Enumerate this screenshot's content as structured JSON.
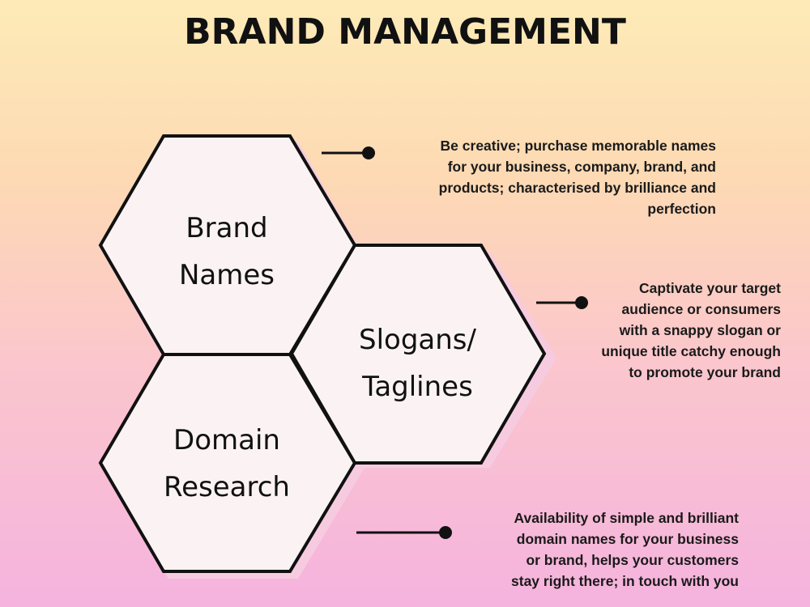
{
  "title": "BRAND MANAGEMENT",
  "colors": {
    "hex_fill": "#fbf3f3",
    "hex_stroke": "#111111",
    "hex_shadow": "#f6cbe0",
    "connector": "#111111"
  },
  "hexagons": [
    {
      "line1": "Brand",
      "line2": "Names"
    },
    {
      "line1": "Slogans/",
      "line2": "Taglines"
    },
    {
      "line1": "Domain",
      "line2": "Research"
    }
  ],
  "descriptions": [
    {
      "lines": [
        "Be creative; purchase memorable names",
        "for your business, company, brand, and",
        "products; characterised by brilliance and",
        "perfection"
      ]
    },
    {
      "lines": [
        "Captivate your target",
        "audience or consumers",
        "with a snappy slogan or",
        "unique title catchy enough",
        "to promote your brand"
      ]
    },
    {
      "lines": [
        "Availability of simple and brilliant",
        "domain names for your business",
        "or brand, helps your customers",
        "stay right there; in touch with you"
      ]
    }
  ]
}
